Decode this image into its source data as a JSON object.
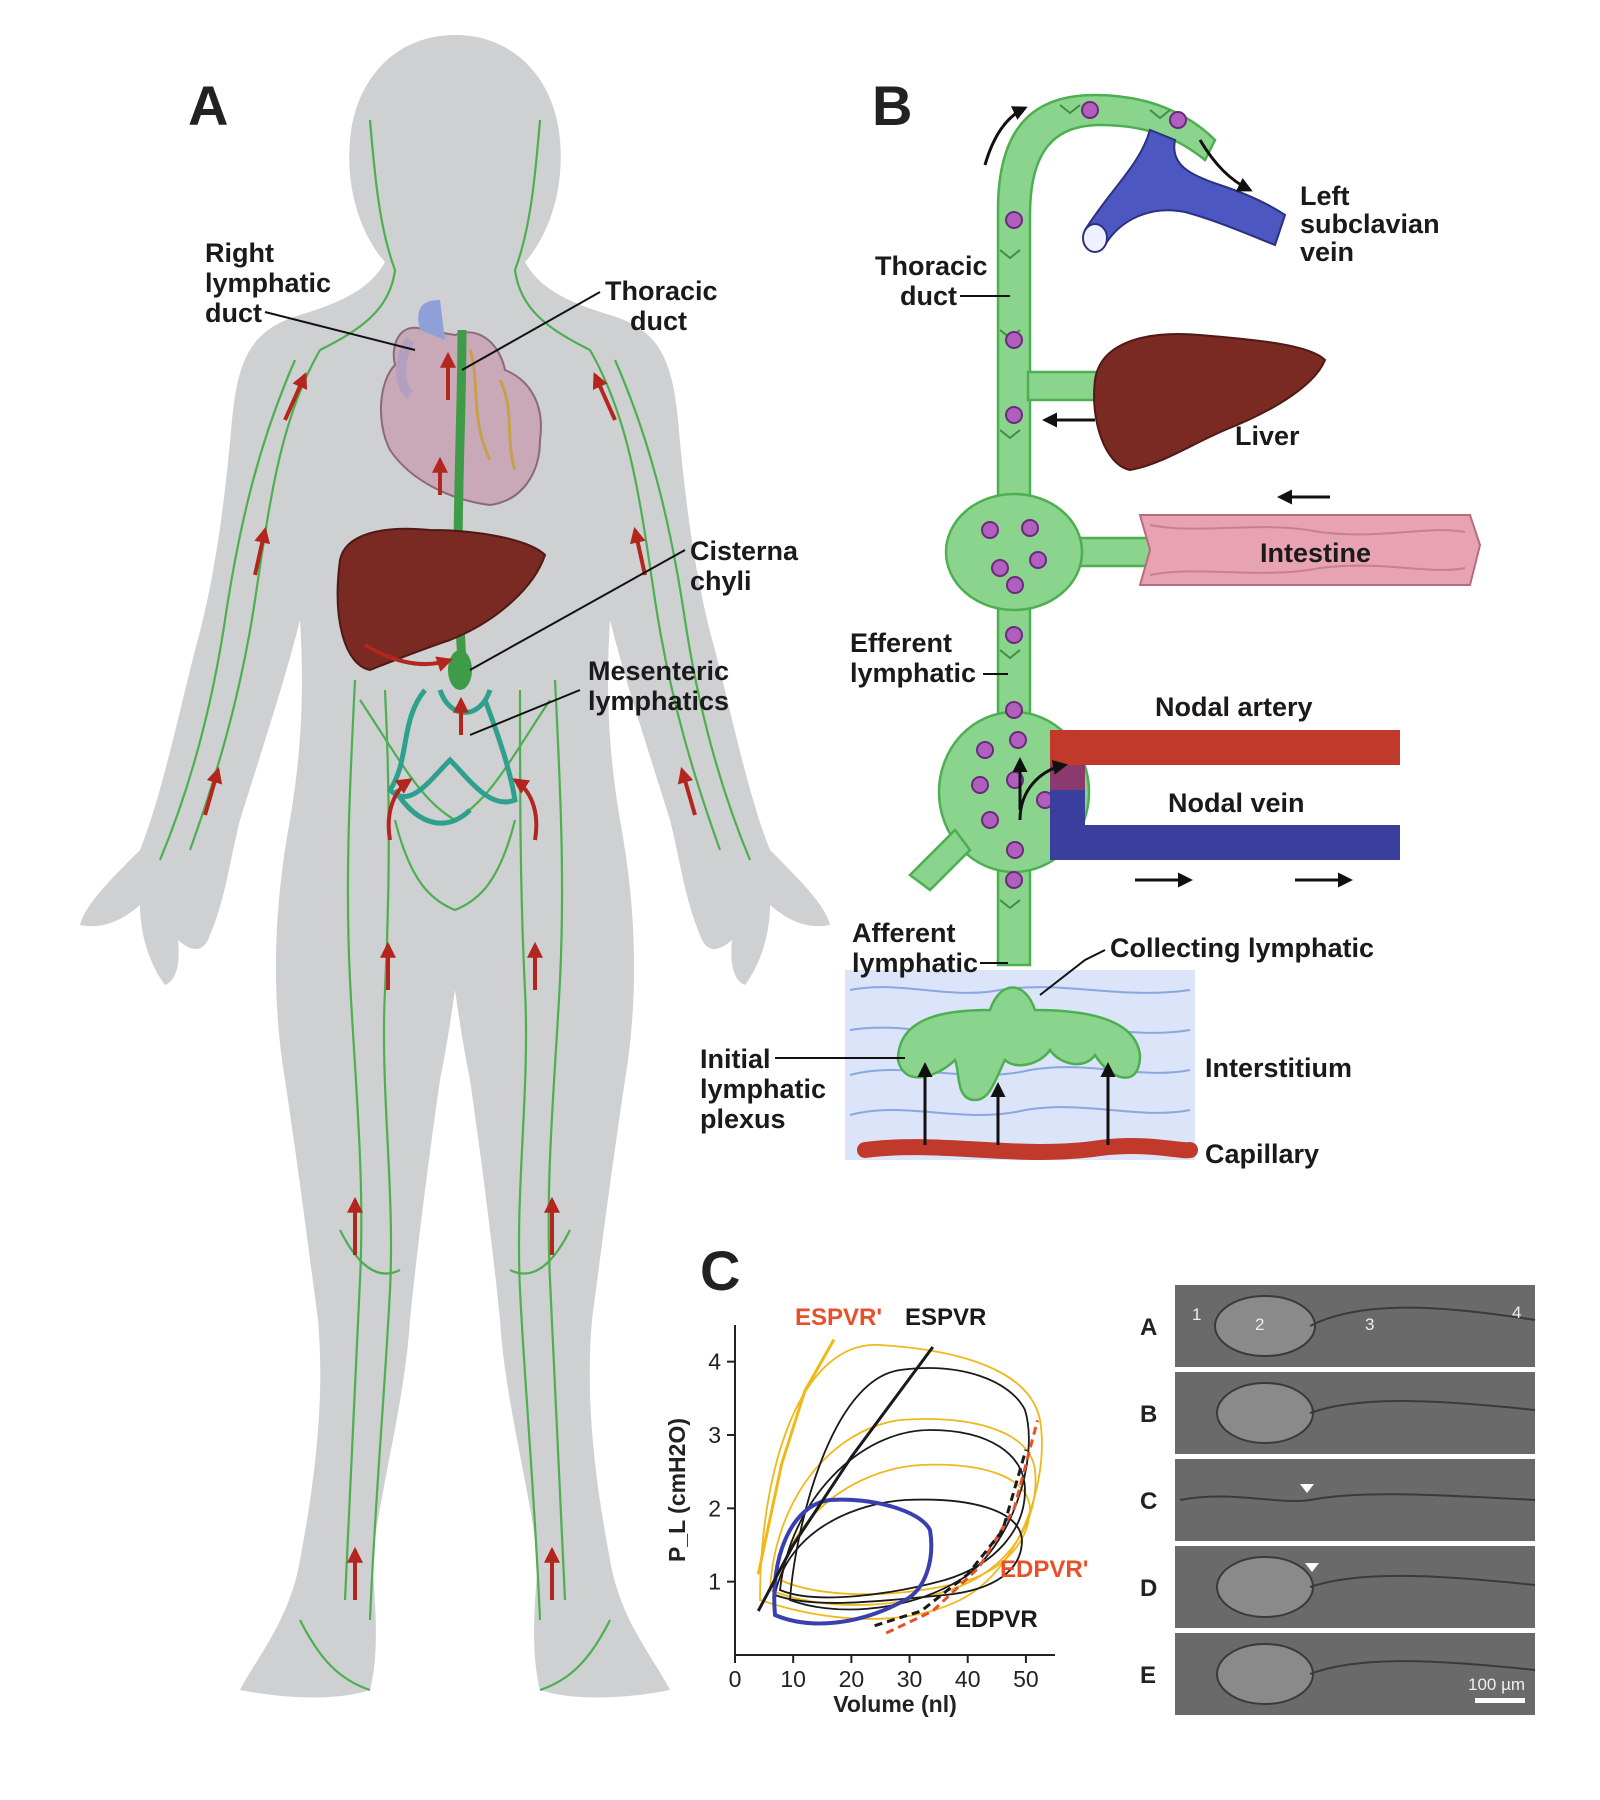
{
  "panels": {
    "a": {
      "letter": "A",
      "labels": {
        "right_lymphatic_duct": [
          "Right",
          "lymphatic",
          "duct"
        ],
        "thoracic_duct": [
          "Thoracic",
          "duct"
        ],
        "cisterna_chyli": [
          "Cisterna",
          "chyli"
        ],
        "mesenteric_lymphatics": [
          "Mesenteric",
          "lymphatics"
        ]
      }
    },
    "b": {
      "letter": "B",
      "labels": {
        "left_subclavian_vein": [
          "Left",
          "subclavian",
          "vein"
        ],
        "thoracic_duct": [
          "Thoracic",
          "duct"
        ],
        "liver": "Liver",
        "intestine": "Intestine",
        "efferent_lymphatic": [
          "Efferent",
          "lymphatic"
        ],
        "nodal_artery": "Nodal artery",
        "nodal_vein": "Nodal vein",
        "afferent_lymphatic": [
          "Afferent",
          "lymphatic"
        ],
        "collecting_lymphatic": "Collecting lymphatic",
        "initial_lymphatic_plexus": [
          "Initial",
          "lymphatic",
          "plexus"
        ],
        "interstitium": "Interstitium",
        "capillary": "Capillary"
      }
    },
    "c": {
      "letter": "C",
      "plot_labels": {
        "espvr_prime": "ESPVR'",
        "espvr": "ESPVR",
        "edpvr_prime": "EDPVR'",
        "edpvr": "EDPVR"
      },
      "frames": {
        "rows": [
          "A",
          "B",
          "C",
          "D",
          "E"
        ],
        "segments": [
          "1",
          "2",
          "3",
          "4"
        ],
        "scale_bar": "100 µm"
      }
    }
  },
  "colors": {
    "lymph_green": "#4caf50",
    "body_gray": "#cfd0d2",
    "flow_red": "#b3261e",
    "liver": "#7a2a22",
    "vein_blue": "#3a3f9e",
    "artery_red": "#c0392b",
    "intestine_pink": "#e8a3b3",
    "espvr_orange": "#e8502a",
    "loop_yellow": "#f0b81a",
    "loop_black": "#1a1a1a",
    "loop_blue": "#3a3fb0"
  },
  "chart_data": {
    "type": "line",
    "xlabel": "Volume (nl)",
    "ylabel": "P_L (cmH2O)",
    "xlim": [
      0,
      55
    ],
    "ylim": [
      0,
      4.5
    ],
    "xticks": [
      0,
      10,
      20,
      30,
      40,
      50
    ],
    "yticks": [
      1,
      2,
      3,
      4
    ],
    "series": [
      {
        "name": "ESPVR'",
        "color": "#f0b81a",
        "x": [
          4,
          8,
          12,
          17
        ],
        "y": [
          1.1,
          2.6,
          3.6,
          4.3
        ]
      },
      {
        "name": "ESPVR",
        "color": "#1a1a1a",
        "x": [
          4,
          10,
          20,
          34
        ],
        "y": [
          0.6,
          1.5,
          2.7,
          4.2
        ]
      },
      {
        "name": "EDPVR'",
        "color": "#e8502a",
        "x": [
          26,
          34,
          42,
          48,
          52
        ],
        "y": [
          0.3,
          0.6,
          1.2,
          2.0,
          3.2
        ]
      },
      {
        "name": "EDPVR",
        "color": "#1a1a1a",
        "x": [
          24,
          32,
          40,
          46,
          50
        ],
        "y": [
          0.4,
          0.6,
          1.1,
          1.7,
          2.8
        ]
      }
    ]
  }
}
